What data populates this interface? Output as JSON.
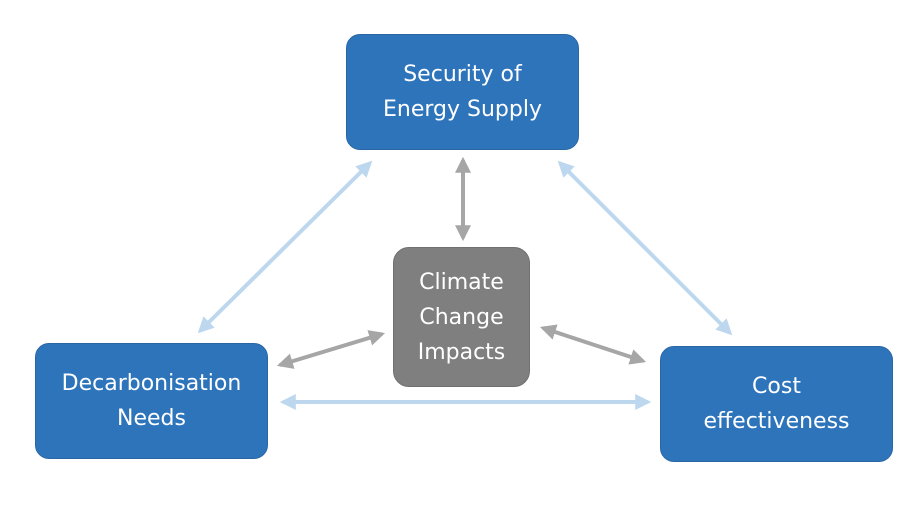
{
  "nodes": {
    "security": {
      "label": "Security of\nEnergy Supply"
    },
    "decarbonisation": {
      "label": "Decarbonisation\nNeeds"
    },
    "cost": {
      "label": "Cost\neffectiveness"
    },
    "climate": {
      "label": "Climate\nChange\nImpacts"
    }
  },
  "colors": {
    "outer_node": "#2e74bb",
    "center_node": "#7f7f7f",
    "outer_arrow": "#bdd7ee",
    "inner_arrow": "#a6a6a6"
  },
  "edges": [
    {
      "from": "security",
      "to": "decarbonisation",
      "style": "outer",
      "bidirectional": true
    },
    {
      "from": "security",
      "to": "cost",
      "style": "outer",
      "bidirectional": true
    },
    {
      "from": "decarbonisation",
      "to": "cost",
      "style": "outer",
      "bidirectional": true
    },
    {
      "from": "climate",
      "to": "security",
      "style": "inner",
      "bidirectional": true
    },
    {
      "from": "climate",
      "to": "decarbonisation",
      "style": "inner",
      "bidirectional": true
    },
    {
      "from": "climate",
      "to": "cost",
      "style": "inner",
      "bidirectional": true
    }
  ]
}
